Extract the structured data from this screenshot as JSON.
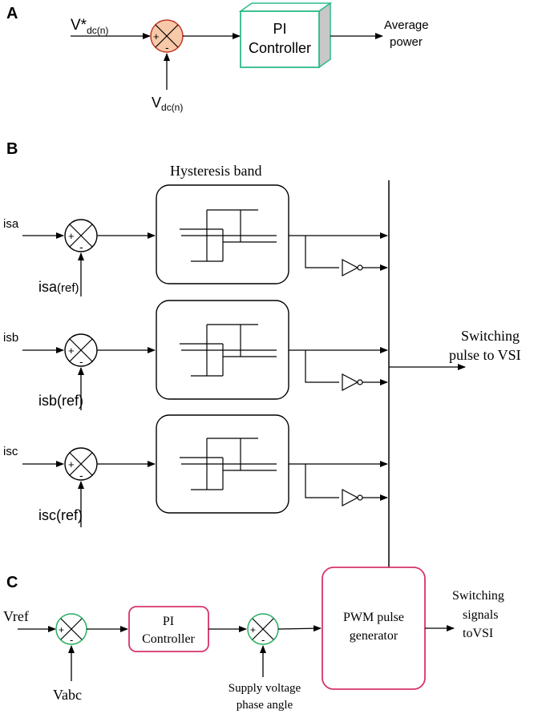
{
  "panelA": {
    "letter": "A",
    "input_main": "V*",
    "input_sub": "dc(n)",
    "feedback_main": "V",
    "feedback_sub": "dc(n)",
    "plus": "+",
    "minus": "-",
    "block_line1": "PI",
    "block_line2": "Controller",
    "output_line1": "Average",
    "output_line2": "power",
    "colors": {
      "sum_stroke": "#c0392b",
      "sum_fill": "#f7c9a8",
      "block_stroke": "#2dbb87"
    }
  },
  "panelB": {
    "letter": "B",
    "title": "Hysteresis band",
    "rows": [
      {
        "input": "isa",
        "ref_main": "isa",
        "ref_suffix": "(ref)"
      },
      {
        "input": "isb",
        "ref_main": "isb",
        "ref_suffix": "(ref)"
      },
      {
        "input": "isc",
        "ref_main": "isc",
        "ref_suffix": "(ref)"
      }
    ],
    "plus": "+",
    "minus": "-",
    "output_line1": "Switching",
    "output_line2": "pulse to VSI"
  },
  "panelC": {
    "letter": "C",
    "input_ref": "Vref",
    "input_feedback": "Vabc",
    "pi_line1": "PI",
    "pi_line2": "Controller",
    "angle_line1": "Supply voltage",
    "angle_line2": "phase angle",
    "pwm_line1": "PWM pulse",
    "pwm_line2": "generator",
    "output_line1": "Switching",
    "output_line2": "signals",
    "output_line3": "toVSI",
    "plus": "+",
    "minus": "-",
    "colors": {
      "sum_stroke": "#27ae60",
      "block_stroke": "#d6336c"
    }
  }
}
